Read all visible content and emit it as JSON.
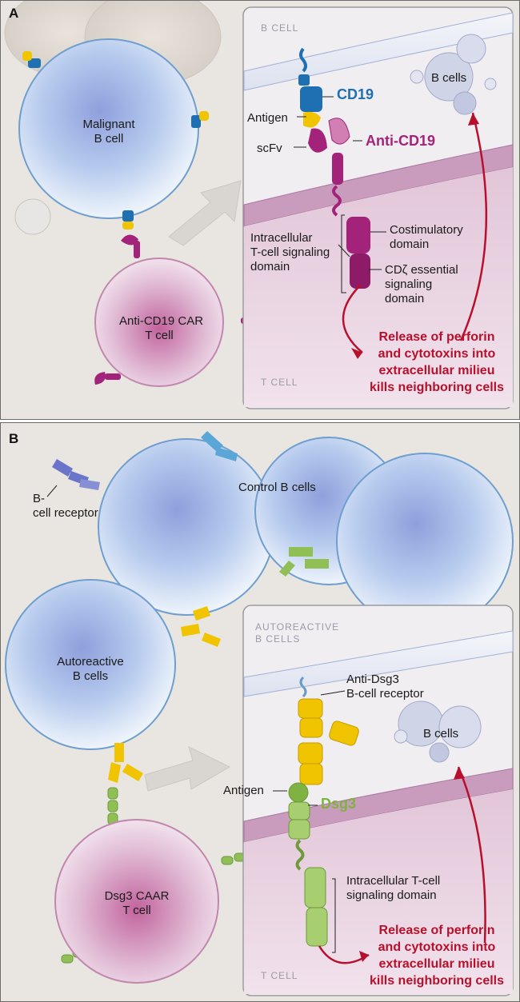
{
  "panel_a": {
    "letter": "A",
    "malignant_cell": [
      "Malignant",
      "B cell"
    ],
    "car_cell": [
      "Anti-CD19 CAR",
      "T cell"
    ],
    "zone_top": "B CELL",
    "zone_bottom": "T CELL",
    "target_cells": "B cells",
    "cd19": "CD19",
    "antigen": "Antigen",
    "scfv": "scFv",
    "anti_cd19": "Anti-CD19",
    "costim": [
      "Costimulatory",
      "domain"
    ],
    "intracellular": [
      "Intracellular",
      "T-cell signaling",
      "domain"
    ],
    "cdz": [
      "CDζ essential",
      "signaling",
      "domain"
    ],
    "release": [
      "Release of perforin",
      "and cytotoxins into",
      "extracellular milieu",
      "kills neighboring cells"
    ]
  },
  "panel_b": {
    "letter": "B",
    "control_cells": "Control B cells",
    "bcr": [
      "B-",
      "cell",
      "receptor"
    ],
    "autoreactive_cells": [
      "Autoreactive",
      "B cells"
    ],
    "caar_cell": [
      "Dsg3 CAAR",
      "T cell"
    ],
    "zone_top": [
      "AUTOREACTIVE",
      "B CELLS"
    ],
    "zone_bottom": "T CELL",
    "target_cells": "B cells",
    "anti_dsg3": [
      "Anti-Dsg3",
      "B-cell receptor"
    ],
    "antigen": "Antigen",
    "dsg3": "Dsg3",
    "intracellular": [
      "Intracellular T-cell",
      "signaling domain"
    ],
    "release": [
      "Release of perforin",
      "and cytotoxins into",
      "extracellular milieu",
      "kills neighboring cells"
    ]
  },
  "colors": {
    "b_cell": "#bcd3ec",
    "t_cell": "#e6c4da",
    "cd19_blue": "#1f6fb3",
    "antigen_yellow": "#f0c400",
    "anti_cd19_magenta": "#a3237a",
    "dsg3_green": "#8fbf55",
    "release_red": "#b8102c"
  }
}
